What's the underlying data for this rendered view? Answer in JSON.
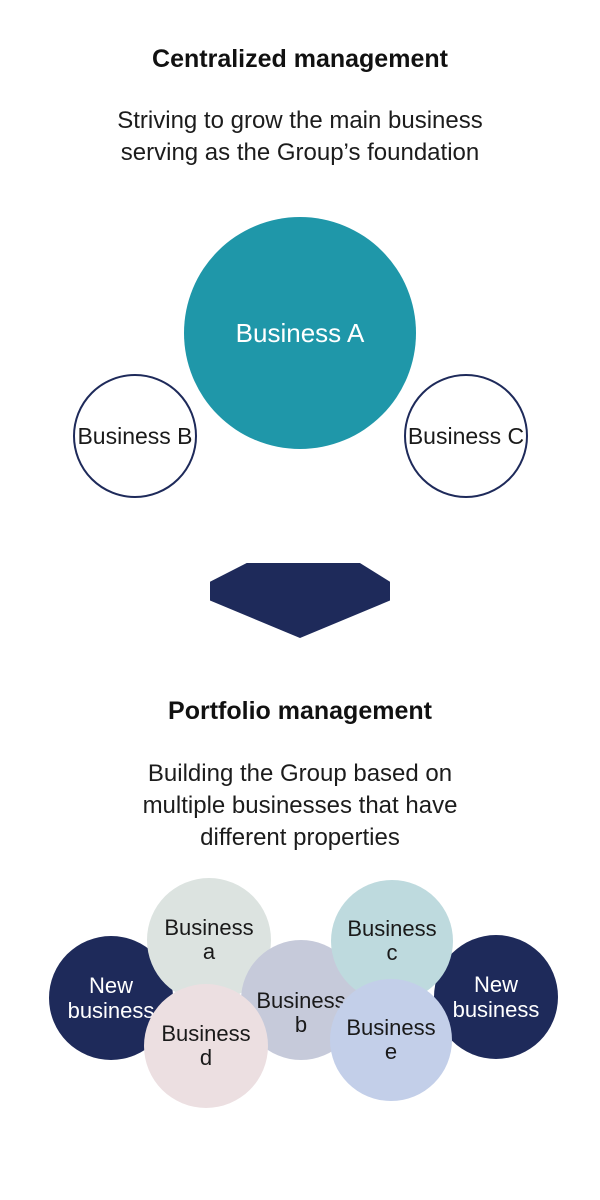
{
  "colors": {
    "navy": "#1e2a5a",
    "teal": "#1f97a9",
    "sage": "#dce3e0",
    "lavender": "#c6cada",
    "light_teal": "#bedade",
    "rose": "#ecdfe1",
    "periwinkle": "#c3cfe9",
    "background": "#ffffff",
    "text": "#1a1a1a"
  },
  "top_section": {
    "title": "Centralized management",
    "subtitle": [
      "Striving to grow the main business",
      "serving as the Group’s foundation"
    ],
    "circles": {
      "main": "Business A",
      "left": "Business B",
      "right": "Business C"
    }
  },
  "bottom_section": {
    "title": "Portfolio management",
    "subtitle": [
      "Building the Group based on",
      "multiple businesses that have",
      "different properties"
    ],
    "circles": {
      "new_left": [
        "New",
        "business"
      ],
      "a": [
        "Business",
        "a"
      ],
      "b": [
        "Business",
        "b"
      ],
      "c": [
        "Business",
        "c"
      ],
      "d": [
        "Business",
        "d"
      ],
      "e": [
        "Business",
        "e"
      ],
      "new_right": [
        "New",
        "business"
      ]
    }
  }
}
